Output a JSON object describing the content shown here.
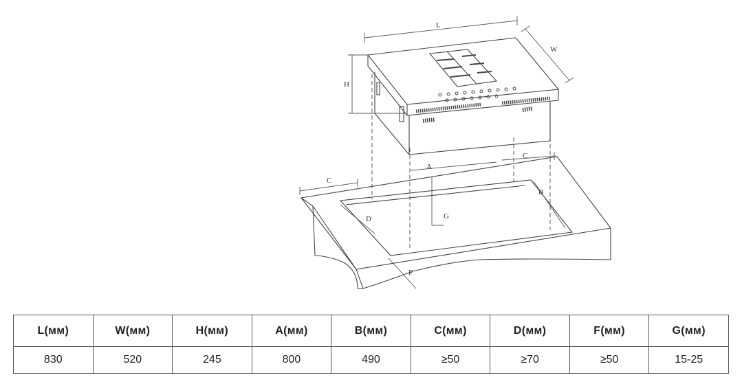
{
  "diagram": {
    "labels": {
      "L": "L",
      "W": "W",
      "H": "H",
      "A": "A",
      "B": "B",
      "C_left": "C",
      "C_right": "C",
      "D": "D",
      "F": "F",
      "G": "G"
    }
  },
  "table": {
    "headers": [
      "L(мм)",
      "W(мм)",
      "H(мм)",
      "A(мм)",
      "B(мм)",
      "C(мм)",
      "D(мм)",
      "F(мм)",
      "G(мм)"
    ],
    "values": [
      "830",
      "520",
      "245",
      "800",
      "490",
      "≥50",
      "≥70",
      "≥50",
      "15-25"
    ]
  }
}
